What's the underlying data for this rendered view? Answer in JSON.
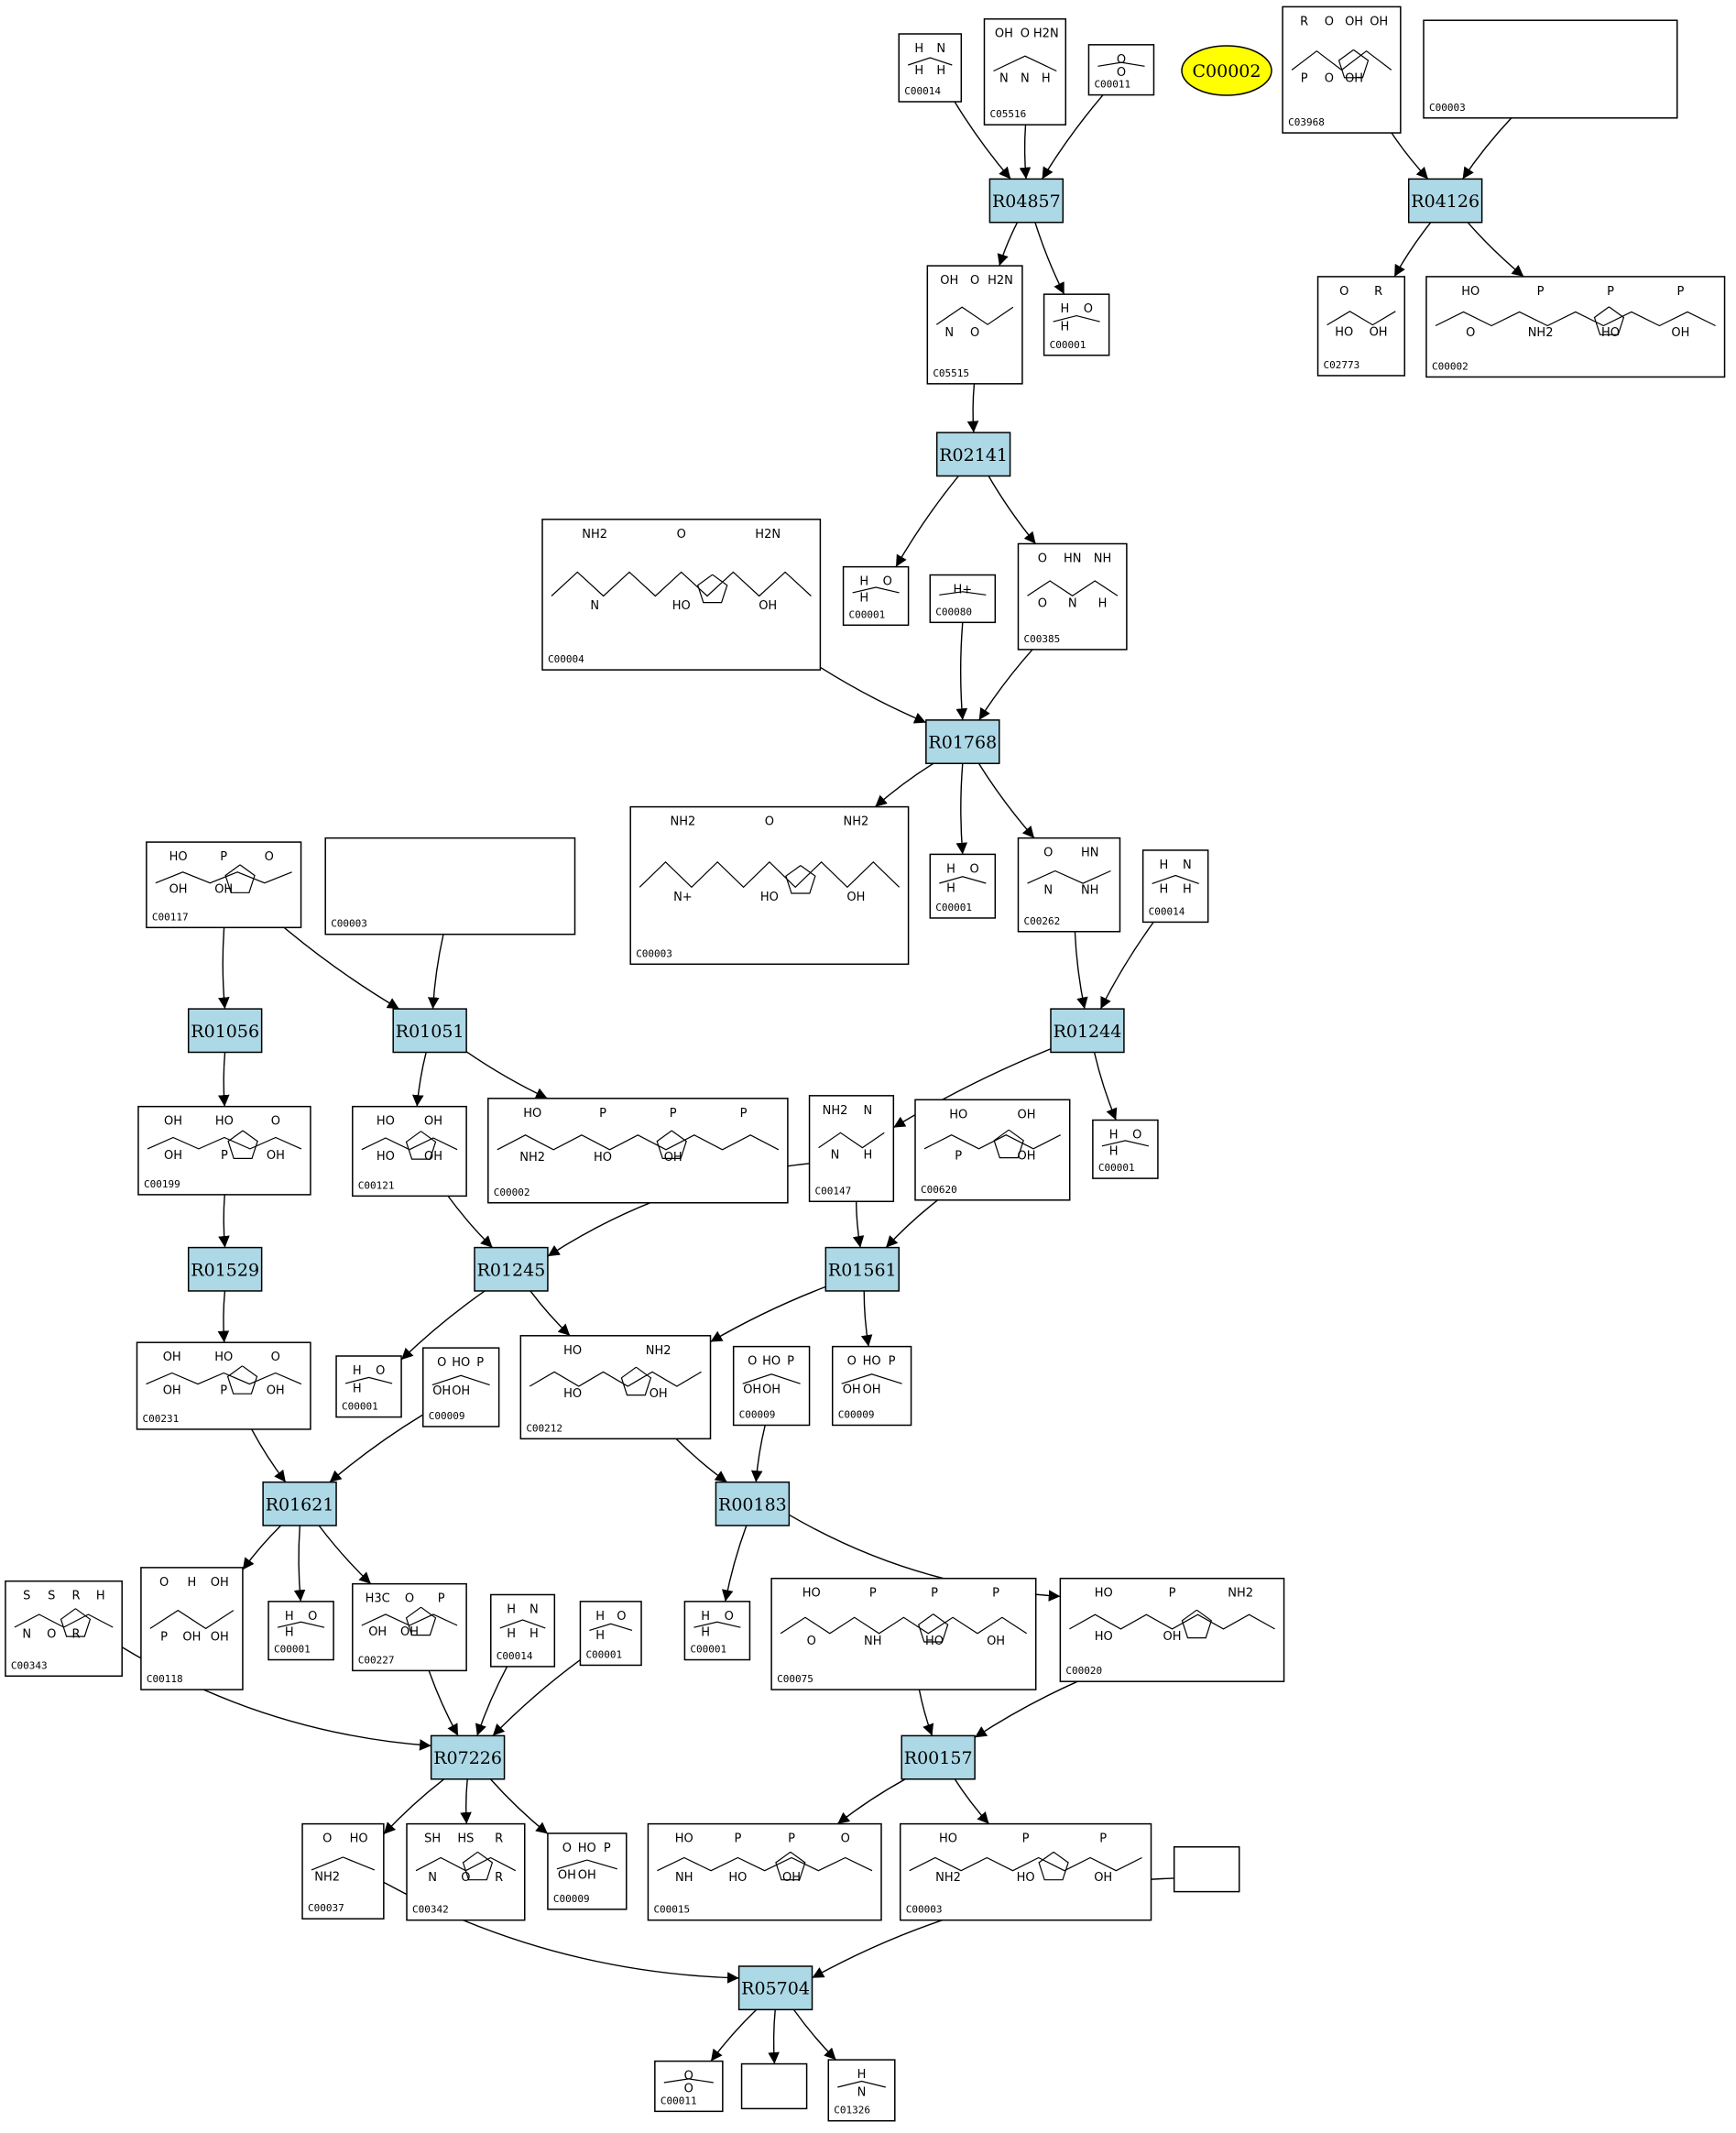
{
  "diagram": {
    "highlight": {
      "label": "C00002",
      "color": "#ffff00"
    },
    "colors": {
      "reaction_fill": "#add8e6",
      "compound_fill": "#ffffff",
      "edge": "#000000"
    },
    "reactions": [
      {
        "id": "R04857"
      },
      {
        "id": "R04126"
      },
      {
        "id": "R02141"
      },
      {
        "id": "R01768"
      },
      {
        "id": "R01056"
      },
      {
        "id": "R01051"
      },
      {
        "id": "R01244"
      },
      {
        "id": "R01529"
      },
      {
        "id": "R01245"
      },
      {
        "id": "R01561"
      },
      {
        "id": "R01621"
      },
      {
        "id": "R00183"
      },
      {
        "id": "R07226"
      },
      {
        "id": "R00157"
      },
      {
        "id": "R05704"
      }
    ],
    "compounds": [
      {
        "key": "n1",
        "id": "C00014",
        "formula": [
          "H",
          "N",
          "H",
          "H"
        ]
      },
      {
        "key": "n2",
        "id": "C05516",
        "formula": [
          "OH",
          "O",
          "H2N",
          "N",
          "N",
          "H"
        ]
      },
      {
        "key": "n3",
        "id": "C00011",
        "formula": [
          "O",
          "O"
        ]
      },
      {
        "key": "n4",
        "id": "C03968",
        "formula": [
          "R",
          "O",
          "OH",
          "OH",
          "P",
          "O",
          "OH"
        ]
      },
      {
        "key": "n5",
        "id": "C00003",
        "formula": []
      },
      {
        "key": "n6",
        "id": "C05515",
        "formula": [
          "OH",
          "O",
          "H2N",
          "N",
          "O"
        ]
      },
      {
        "key": "n7",
        "id": "C00001",
        "formula": [
          "H",
          "O",
          "H"
        ]
      },
      {
        "key": "n8",
        "id": "C02773",
        "formula": [
          "O",
          "R",
          "HO",
          "OH"
        ]
      },
      {
        "key": "n9",
        "id": "C00002",
        "formula": [
          "HO",
          "P",
          "P",
          "P",
          "O",
          "NH2",
          "HO",
          "OH"
        ]
      },
      {
        "key": "n10",
        "id": "C00001",
        "formula": [
          "H",
          "O",
          "H"
        ]
      },
      {
        "key": "n11",
        "id": "C00080",
        "formula": [
          "H+"
        ]
      },
      {
        "key": "n12",
        "id": "C00385",
        "formula": [
          "O",
          "HN",
          "NH",
          "O",
          "N",
          "H"
        ]
      },
      {
        "key": "n13",
        "id": "C00004",
        "formula": [
          "NH2",
          "O",
          "H2N",
          "N",
          "HO",
          "OH"
        ]
      },
      {
        "key": "n14",
        "id": "C00003",
        "formula": [
          "NH2",
          "O",
          "NH2",
          "N+",
          "HO",
          "OH"
        ]
      },
      {
        "key": "n15",
        "id": "C00001",
        "formula": [
          "H",
          "O",
          "H"
        ]
      },
      {
        "key": "n16",
        "id": "C00262",
        "formula": [
          "O",
          "HN",
          "N",
          "NH"
        ]
      },
      {
        "key": "n17",
        "id": "C00014",
        "formula": [
          "H",
          "N",
          "H",
          "H"
        ]
      },
      {
        "key": "n18",
        "id": "C00117",
        "formula": [
          "HO",
          "P",
          "O",
          "OH",
          "OH"
        ]
      },
      {
        "key": "n19",
        "id": "C00003",
        "formula": []
      },
      {
        "key": "n20",
        "id": "C00199",
        "formula": [
          "OH",
          "HO",
          "O",
          "OH",
          "P",
          "OH"
        ]
      },
      {
        "key": "n21",
        "id": "C00121",
        "formula": [
          "HO",
          "OH",
          "HO",
          "OH"
        ]
      },
      {
        "key": "n22",
        "id": "C00002",
        "formula": [
          "HO",
          "P",
          "P",
          "P",
          "NH2",
          "HO",
          "OH"
        ]
      },
      {
        "key": "n23",
        "id": "C00147",
        "formula": [
          "NH2",
          "N",
          "N",
          "H"
        ]
      },
      {
        "key": "n24",
        "id": "C00620",
        "formula": [
          "HO",
          "OH",
          "P",
          "OH"
        ]
      },
      {
        "key": "n25",
        "id": "C00001",
        "formula": [
          "H",
          "O",
          "H"
        ]
      },
      {
        "key": "n26",
        "id": "C00231",
        "formula": [
          "OH",
          "HO",
          "O",
          "OH",
          "P",
          "OH"
        ]
      },
      {
        "key": "n27",
        "id": "C00001",
        "formula": [
          "H",
          "O",
          "H"
        ]
      },
      {
        "key": "n28",
        "id": "C00009",
        "formula": [
          "O",
          "HO",
          "P",
          "OH",
          "OH"
        ]
      },
      {
        "key": "n29",
        "id": "C00212",
        "formula": [
          "HO",
          "NH2",
          "HO",
          "OH"
        ]
      },
      {
        "key": "n30",
        "id": "C00009",
        "formula": [
          "O",
          "HO",
          "P",
          "OH",
          "OH"
        ]
      },
      {
        "key": "n31",
        "id": "C00009",
        "formula": [
          "O",
          "HO",
          "P",
          "OH",
          "OH"
        ]
      },
      {
        "key": "n32",
        "id": "C00343",
        "formula": [
          "S",
          "S",
          "R",
          "H",
          "N",
          "O",
          "R"
        ]
      },
      {
        "key": "n33",
        "id": "C00118",
        "formula": [
          "O",
          "H",
          "OH",
          "P",
          "OH",
          "OH"
        ]
      },
      {
        "key": "n34",
        "id": "C00001",
        "formula": [
          "H",
          "O",
          "H"
        ]
      },
      {
        "key": "n35",
        "id": "C00227",
        "formula": [
          "H3C",
          "O",
          "P",
          "OH",
          "OH"
        ]
      },
      {
        "key": "n36",
        "id": "C00014",
        "formula": [
          "H",
          "N",
          "H",
          "H"
        ]
      },
      {
        "key": "n37",
        "id": "C00001",
        "formula": [
          "H",
          "O",
          "H"
        ]
      },
      {
        "key": "n38",
        "id": "C00001",
        "formula": [
          "H",
          "O",
          "H"
        ]
      },
      {
        "key": "n39",
        "id": "C00075",
        "formula": [
          "HO",
          "P",
          "P",
          "P",
          "O",
          "NH",
          "HO",
          "OH"
        ]
      },
      {
        "key": "n40",
        "id": "C00020",
        "formula": [
          "HO",
          "P",
          "NH2",
          "HO",
          "OH"
        ]
      },
      {
        "key": "n41",
        "id": "C00037",
        "formula": [
          "O",
          "HO",
          "NH2"
        ]
      },
      {
        "key": "n42",
        "id": "C00342",
        "formula": [
          "SH",
          "HS",
          "R",
          "N",
          "O",
          "R"
        ]
      },
      {
        "key": "n43",
        "id": "C00009",
        "formula": [
          "O",
          "HO",
          "P",
          "OH",
          "OH"
        ]
      },
      {
        "key": "n44",
        "id": "C00015",
        "formula": [
          "HO",
          "P",
          "P",
          "O",
          "NH",
          "HO",
          "OH"
        ]
      },
      {
        "key": "n45",
        "id": "C00003",
        "formula": [
          "HO",
          "P",
          "P",
          "NH2",
          "HO",
          "OH"
        ]
      },
      {
        "key": "n46",
        "id": "",
        "formula": []
      },
      {
        "key": "n47",
        "id": "C00011",
        "formula": [
          "O",
          "O"
        ]
      },
      {
        "key": "n48",
        "id": "",
        "formula": []
      },
      {
        "key": "n49",
        "id": "C01326",
        "formula": [
          "H",
          "N"
        ]
      }
    ]
  }
}
